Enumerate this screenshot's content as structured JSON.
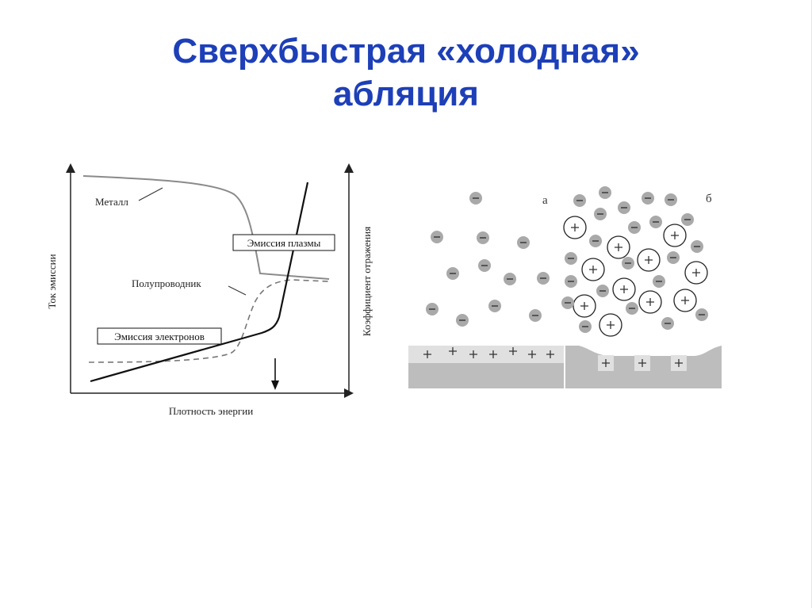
{
  "slide": {
    "title_line1": "Сверхбыстрая «холодная»",
    "title_line2": "абляция"
  },
  "graph": {
    "ylabel_left": "Ток эмиссии",
    "ylabel_right": "Коэффициент отражения",
    "xlabel": "Плотность энергии",
    "label_metal": "Металл",
    "label_semiconductor": "Полупроводник",
    "label_plasma": "Эмиссия плазмы",
    "label_electrons": "Эмиссия электронов"
  },
  "diagram": {
    "panel_a": "а",
    "panel_b": "б",
    "electron_symbol": "−",
    "ion_symbol": "+"
  },
  "colors": {
    "title": "#1d3fb8",
    "electron_fill": "#a9a9a9",
    "substrate": "#bdbdbd",
    "surface_layer": "#e0e0e0"
  }
}
